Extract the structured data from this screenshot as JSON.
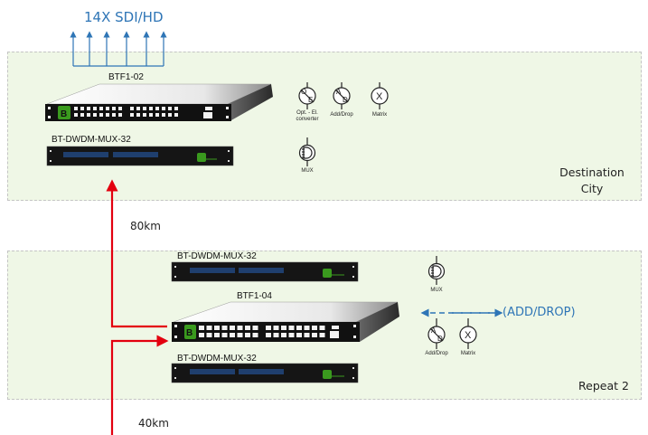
{
  "diagram": {
    "output_label": "14X SDI/HD",
    "output_arrow_count": 6,
    "zones": {
      "destination": {
        "label_line1": "Destination",
        "label_line2": "City"
      },
      "repeat": {
        "label": "Repeat 2"
      }
    },
    "devices": {
      "btf1_02": {
        "label": "BTF1-02"
      },
      "mux_dest": {
        "label": "BT-DWDM-MUX-32"
      },
      "mux_rep_top": {
        "label": "BT-DWDM-MUX-32"
      },
      "btf1_04": {
        "label": "BTF1-04"
      },
      "mux_rep_bottom": {
        "label": "BT-DWDM-MUX-32"
      }
    },
    "symbols": {
      "oe": {
        "glyph_top": "O",
        "glyph_bottom": "E",
        "label_line1": "Opt. - El.",
        "label_line2": "converter"
      },
      "adddrop_dest": {
        "glyph_top": "A",
        "glyph_bottom": "D",
        "label": "Add/Drop"
      },
      "matrix_dest": {
        "glyph": "X",
        "label": "Matrix"
      },
      "mux_dest": {
        "label": "MUX"
      },
      "mux_rep": {
        "label": "MUX"
      },
      "adddrop_rep": {
        "glyph_top": "A",
        "glyph_bottom": "D",
        "label": "Add/Drop"
      },
      "matrix_rep": {
        "glyph": "X",
        "label": "Matrix"
      }
    },
    "links": {
      "dist_80": "80km",
      "dist_40": "40km",
      "add_drop": "(ADD/DROP)"
    },
    "colors": {
      "fiber": "#e3000f",
      "sdi": "#2e75b6",
      "zone_fill": "#eff7e6",
      "device_dark": "#111111",
      "brand_green": "#3a9a1e"
    }
  }
}
